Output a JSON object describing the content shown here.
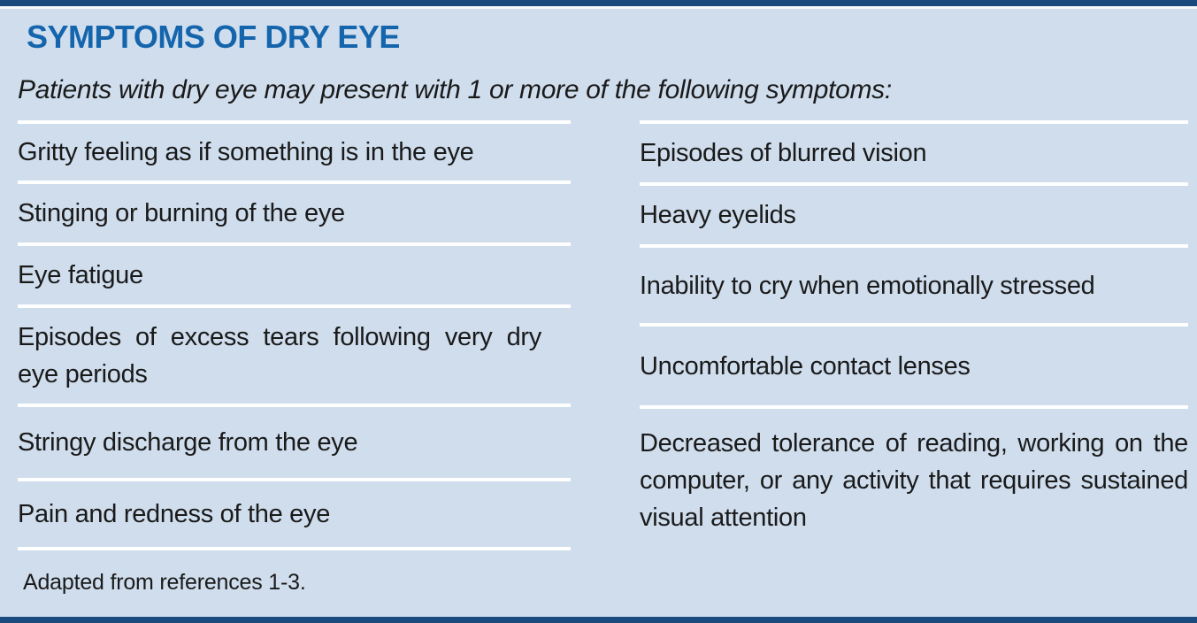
{
  "page": {
    "title": "SYMPTOMS OF DRY EYE",
    "subtitle": "Patients with dry eye may present with 1 or more of the following symptoms:",
    "footnote": "Adapted from references 1-3."
  },
  "colors": {
    "background": "#cfdded",
    "accent_bar": "#1a4a7d",
    "title": "#1565ad",
    "text": "#1a1a1a",
    "separator": "#ffffff"
  },
  "columns": {
    "left": [
      "Gritty feeling as if something is in the eye",
      "Stinging or burning of the eye",
      "Eye fatigue",
      "Episodes of excess tears following very dry eye periods",
      "Stringy discharge from the eye",
      "Pain and redness of the eye"
    ],
    "right": [
      "Episodes of blurred vision",
      "Heavy eyelids",
      "Inability to cry when emotionally stressed",
      "Uncomfortable contact lenses",
      "Decreased tolerance of reading, working on the computer, or any activity that requires sustained visual attention"
    ]
  }
}
